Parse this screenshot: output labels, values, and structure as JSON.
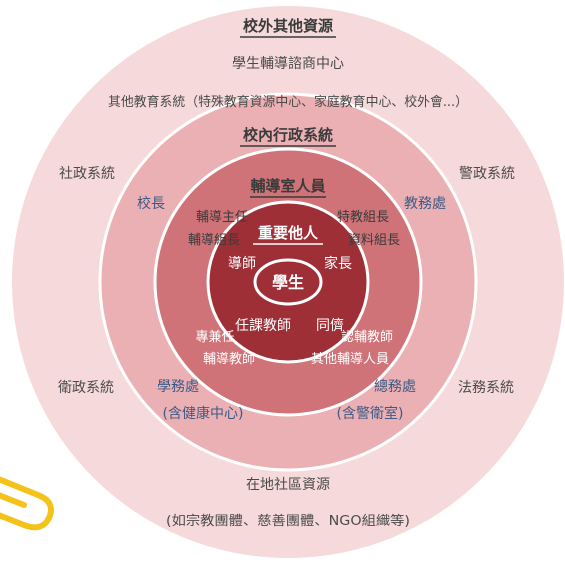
{
  "colors": {
    "ring_outer": "#f6d9db",
    "ring_school_admin": "#ebb0b4",
    "ring_counseling": "#cf7378",
    "ring_significant": "#9e2f36",
    "student_fill": "#ffffff",
    "ring_border": "#ffffff",
    "text_dark": "#3a3a3a",
    "text_light": "#ffffff",
    "text_label": "#4a4a4a",
    "text_blue": "#3d5a86",
    "clip_yellow": "#f3c31c"
  },
  "outer_ring": {
    "title": "校外其他資源",
    "center_label": "學生輔導諮商中心",
    "education_systems": "其他教育系統（特殊教育資源中心、家庭教育中心、校外會...）",
    "social_admin": "社政系統",
    "police": "警政系統",
    "health_admin": "衛政系統",
    "legal": "法務系統",
    "community": "在地社區資源",
    "community_examples": "(如宗教團體、慈善團體、NGO組織等)"
  },
  "school_admin_ring": {
    "title": "校內行政系統",
    "principal": "校長",
    "academic_affairs": "教務處",
    "student_affairs": "學務處",
    "student_affairs_note": "(含健康中心)",
    "general_affairs": "總務處",
    "general_affairs_note": "(含警衛室)"
  },
  "counseling_ring": {
    "title": "輔導室人員",
    "director": "輔導主任",
    "section_chief": "輔導組長",
    "special_ed_chief": "特教組長",
    "records_chief": "資料組長",
    "part_time": "專兼任",
    "counseling_teacher": "輔導教師",
    "resource_teacher": "認輔教師",
    "other_staff": "其他輔導人員"
  },
  "significant_others": {
    "title": "重要他人",
    "homeroom_teacher": "導師",
    "parents": "家長",
    "subject_teachers": "任課教師",
    "peers": "同儕"
  },
  "center": {
    "label": "學生"
  }
}
